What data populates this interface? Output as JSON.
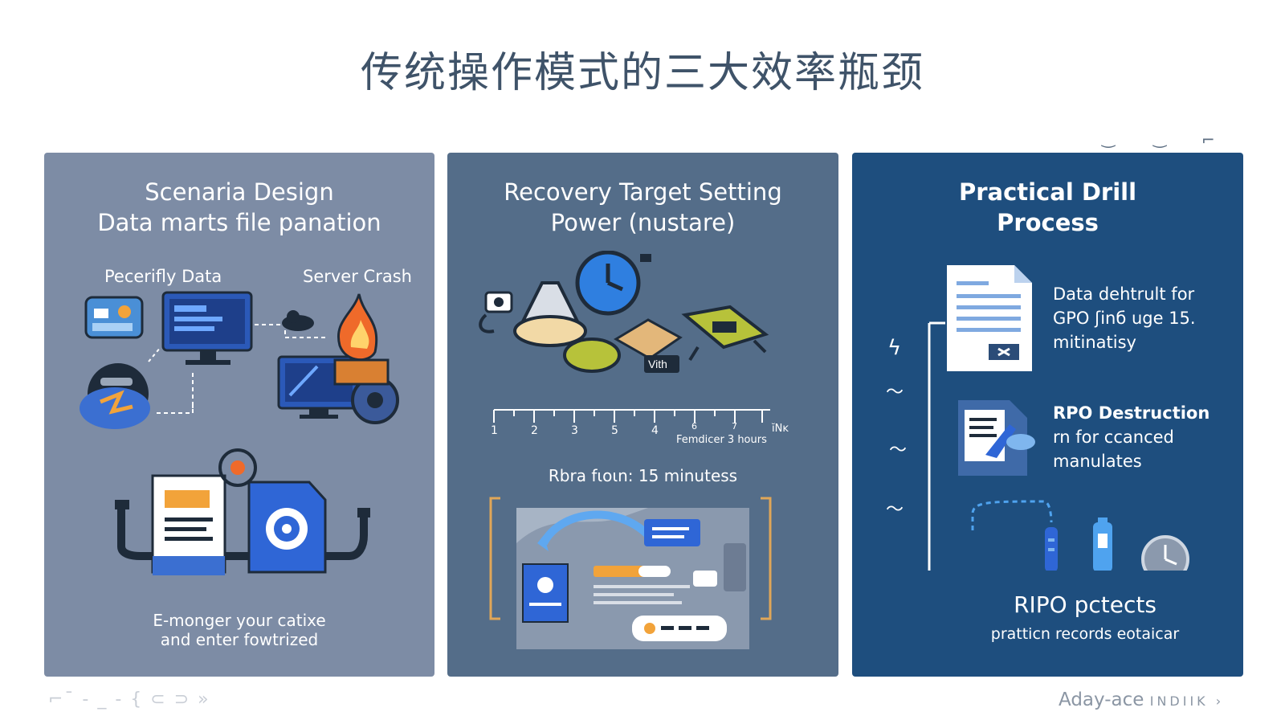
{
  "title": "传统操作模式的三大效率瓶颈",
  "panels": [
    {
      "title_lines": [
        "Scenaria Design",
        "Data marts file panation"
      ],
      "labels": {
        "left": "Pecerifly Data",
        "right": "Server Crash",
        "bottom_1": "E-monger your catixe",
        "bottom_2": "and enter fowtrized"
      },
      "colors": {
        "bg": "#7d8ca5"
      }
    },
    {
      "title_lines": [
        "Recovery Target Setting",
        "Power (nustare)"
      ],
      "scale_ticks": [
        "1",
        "2",
        "3",
        "5",
        "4",
        "6",
        "7",
        "ĭNĸ"
      ],
      "scale_caption": "Femdicer 3 hours",
      "badge": "Vith",
      "rta": "Rbra fιoιn: 15 minutess",
      "colors": {
        "bg": "#546d89"
      }
    },
    {
      "title_lines": [
        "Practical Drill",
        "Process"
      ],
      "items": [
        {
          "line1": "Data dehtrult for",
          "line2": "GPO ʃinб uge 15.",
          "line3": "mitinatisy"
        },
        {
          "line1": "RPO Destruction",
          "line2": "rn for ccanced",
          "line3": "manulates"
        }
      ],
      "side_glyphs": [
        "ϟ",
        "〜",
        "〜",
        "〜"
      ],
      "result": "RIPO pctects",
      "caption": "pratticn records eotaicar",
      "colors": {
        "bg": "#1e4e7e"
      }
    }
  ],
  "footer": {
    "left": "⌐ˉ -  _ -  { ⊂ ⊃ »",
    "brand": "Aday-ace",
    "tag": "INDIIK ›"
  },
  "corner_marks": [
    "‿",
    "‿",
    "⌐"
  ]
}
